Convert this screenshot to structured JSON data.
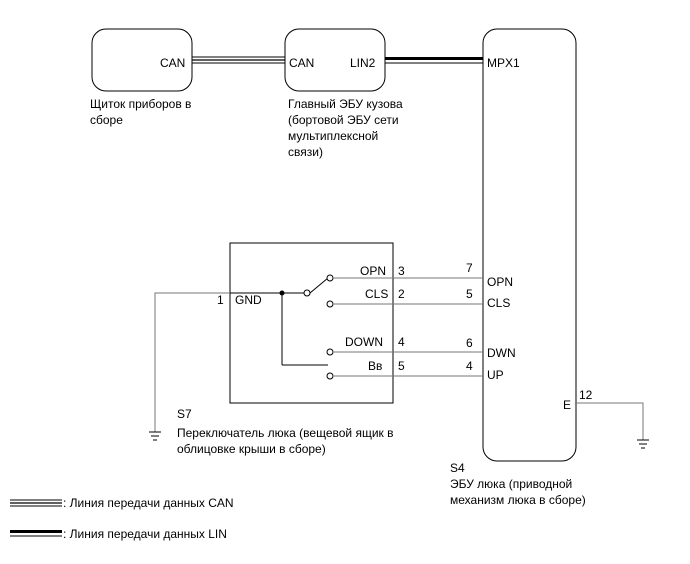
{
  "components": {
    "combination_meter": {
      "pin": "CAN",
      "caption": [
        "Щиток приборов в",
        "сборе"
      ]
    },
    "main_body_ecu": {
      "pin_left": "CAN",
      "pin_right": "LIN2",
      "caption": [
        "Главный ЭБУ кузова",
        "(бортовой ЭБУ сети",
        "мультиплексной",
        "связи)"
      ]
    },
    "sliding_roof_ecu": {
      "id": "S4",
      "caption": [
        "ЭБУ люка (приводной",
        "механизм люка в сборе)"
      ],
      "pins": [
        {
          "name": "MPX1",
          "no": ""
        },
        {
          "name": "OPN",
          "no": "7"
        },
        {
          "name": "CLS",
          "no": "5"
        },
        {
          "name": "DWN",
          "no": "6"
        },
        {
          "name": "UP",
          "no": "4"
        },
        {
          "name": "E",
          "no": "12"
        }
      ]
    },
    "sliding_roof_switch": {
      "id": "S7",
      "caption": [
        "Переключатель люка (вещевой ящик в",
        "облицовке крыши в сборе)"
      ],
      "pins": [
        {
          "name": "OPN",
          "no": "3"
        },
        {
          "name": "CLS",
          "no": "2"
        },
        {
          "name": "DOWN",
          "no": "4"
        },
        {
          "name": "Вв",
          "no": "5"
        },
        {
          "name": "GND",
          "no": "1"
        }
      ]
    }
  },
  "legend": [
    {
      "line": "can",
      "label": ": Линия передачи данных CAN"
    },
    {
      "line": "lin",
      "label": ": Линия передачи данных LIN"
    }
  ]
}
